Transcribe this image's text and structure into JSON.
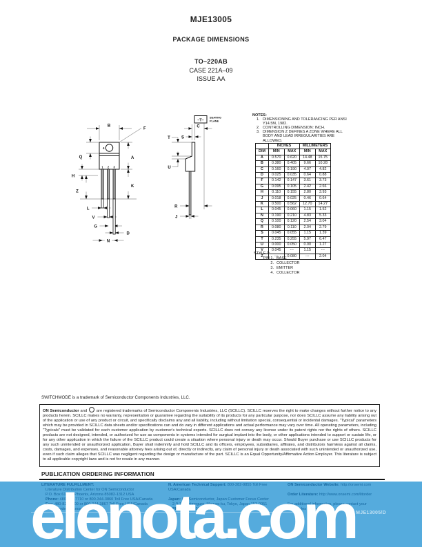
{
  "header": {
    "part_number": "MJE13005",
    "section_title": "PACKAGE DIMENSIONS",
    "package": "TO–220AB",
    "case": "CASE 221A–09",
    "issue": "ISSUE AA"
  },
  "drawing": {
    "labels": {
      "A": "A",
      "B": "B",
      "C": "C",
      "D": "D",
      "F": "F",
      "G": "G",
      "H": "H",
      "J": "J",
      "K": "K",
      "L": "L",
      "N": "N",
      "Q": "Q",
      "R": "R",
      "S": "S",
      "T": "T",
      "U": "U",
      "V": "V",
      "Z": "Z"
    },
    "pins": {
      "p1": "1",
      "p2": "2",
      "p3": "3",
      "p4": "4"
    },
    "seating_ref": "–T–",
    "seating_line1": "SEATING",
    "seating_line2": "PLANE"
  },
  "notes": {
    "heading": "NOTES:",
    "items": [
      "DIMENSIONING AND TOLERANCING PER ANSI Y14.5M, 1982.",
      "CONTROLLING DIMENSION: INCH.",
      "DIMENSION Z DEFINES A ZONE WHERE ALL BODY AND LEAD IRREGULARITIES ARE ALLOWED."
    ]
  },
  "dim_table": {
    "group_headers": [
      "INCHES",
      "MILLIMETERS"
    ],
    "col_headers": [
      "DIM",
      "MIN",
      "MAX",
      "MIN",
      "MAX"
    ],
    "rows": [
      [
        "A",
        "0.570",
        "0.620",
        "14.48",
        "15.75"
      ],
      [
        "B",
        "0.380",
        "0.405",
        "9.66",
        "10.28"
      ],
      [
        "C",
        "0.160",
        "0.190",
        "4.07",
        "4.82"
      ],
      [
        "D",
        "0.025",
        "0.035",
        "0.64",
        "0.88"
      ],
      [
        "F",
        "0.142",
        "0.147",
        "3.61",
        "3.73"
      ],
      [
        "G",
        "0.095",
        "0.105",
        "2.42",
        "2.66"
      ],
      [
        "H",
        "0.110",
        "0.155",
        "2.80",
        "3.93"
      ],
      [
        "J",
        "0.018",
        "0.025",
        "0.46",
        "0.64"
      ],
      [
        "K",
        "0.500",
        "0.562",
        "12.70",
        "14.27"
      ],
      [
        "L",
        "0.045",
        "0.060",
        "1.15",
        "1.52"
      ],
      [
        "N",
        "0.190",
        "0.210",
        "4.83",
        "5.33"
      ],
      [
        "Q",
        "0.100",
        "0.120",
        "2.54",
        "3.04"
      ],
      [
        "R",
        "0.080",
        "0.110",
        "2.04",
        "2.79"
      ],
      [
        "S",
        "0.045",
        "0.055",
        "1.15",
        "1.39"
      ],
      [
        "T",
        "0.235",
        "0.255",
        "5.97",
        "6.47"
      ],
      [
        "U",
        "0.000",
        "0.050",
        "0.00",
        "1.27"
      ],
      [
        "V",
        "0.045",
        "---",
        "1.15",
        "---"
      ],
      [
        "Z",
        "---",
        "0.080",
        "---",
        "2.04"
      ]
    ]
  },
  "style": {
    "heading": "STYLE 1:",
    "pins": [
      {
        "num": "PIN 1.",
        "name": "BASE"
      },
      {
        "num": "2.",
        "name": "COLLECTOR"
      },
      {
        "num": "3.",
        "name": "EMITTER"
      },
      {
        "num": "4.",
        "name": "COLLECTOR"
      }
    ]
  },
  "trademark_note": "SWITCHMODE is a trademark of Semiconductor Components Industries, LLC.",
  "disclaimer": {
    "lead": "ON Semiconductor",
    "conj": " and ",
    "text": " are registered trademarks of Semiconductor Components Industries, LLC (SCILLC).  SCILLC reserves the right to make changes without further notice to any products herein.  SCILLC makes no warranty, representation or guarantee regarding the suitability of its products for any particular purpose, nor does SCILLC assume any liability arising out of the application or use of any product or circuit, and specifically disclaims any and all liability, including without limitation special, consequential or incidental damages.  \"Typical\" parameters which may be provided in SCILLC data sheets and/or specifications can and do vary in different applications and actual performance may vary over time.  All operating parameters, including \"Typicals\" must be validated for each customer application by customer's technical experts.  SCILLC does not convey any license under its patent rights nor the rights of others.  SCILLC products are not designed, intended, or authorized for use as components in systems intended for surgical implant into the body, or other applications intended to support or sustain life, or for any other application in which the failure of the SCILLC product could create a situation where personal injury or death may occur.  Should Buyer purchase or use SCILLC products for any such unintended or unauthorized application, Buyer shall indemnify and hold SCILLC and its officers, employees, subsidiaries, affiliates, and distributors harmless against all claims, costs, damages, and expenses, and reasonable attorney fees arising out of, directly or indirectly, any claim of personal injury or death associated with such unintended or unauthorized use, even if such claim alleges that SCILLC was negligent regarding the design or manufacture of the part.  SCILLC is an Equal Opportunity/Affirmative Action Employer.  This literature is subject to all applicable copyright laws and is not for resale in any manner."
  },
  "footer": {
    "heading": "PUBLICATION ORDERING INFORMATION",
    "doc_number": "MJE13005/D",
    "columns": [
      {
        "lines": [
          {
            "b": "LITERATURE FULFILLMENT:",
            "t": "",
            "indent": 0
          },
          {
            "b": "",
            "t": "Literature Distribution Center for ON Semiconductor",
            "indent": 1
          },
          {
            "b": "",
            "t": "P.O. Box 61312, Phoenix, Arizona 85082-1312 USA",
            "indent": 1
          },
          {
            "b": "Phone:",
            "t": " 480-829-7710 or 800-344-3860 Toll Free USA/Canada",
            "indent": 1
          },
          {
            "b": "Fax:",
            "t": " 480-829-7709 or 800-344-3867 Toll Free USA/Canada",
            "indent": 1
          },
          {
            "b": "Email:",
            "t": " orderlit@onsemi.com",
            "indent": 1
          }
        ]
      },
      {
        "lines": [
          {
            "b": "N. American Technical Support:",
            "t": " 800-282-9855 Toll Free",
            "indent": 0
          },
          {
            "b": "",
            "t": "USA/Canada",
            "indent": 0
          },
          {
            "b": "",
            "t": "",
            "indent": 0
          },
          {
            "b": "Japan:",
            "t": " ON Semiconductor, Japan Customer Focus Center",
            "indent": 0
          },
          {
            "b": "",
            "t": "2-9-1 Kamimeguro, Meguro-ku, Tokyo, Japan 153-0051",
            "indent": 1
          },
          {
            "b": "Phone:",
            "t": " 81-3-5773-3850",
            "indent": 1
          }
        ]
      },
      {
        "lines": [
          {
            "b": "ON Semiconductor Website:",
            "t": " http://onsemi.com",
            "indent": 0
          },
          {
            "b": "",
            "t": "",
            "indent": 0
          },
          {
            "b": "Order Literature:",
            "t": " http://www.onsemi.com/litorder",
            "indent": 0
          },
          {
            "b": "",
            "t": "",
            "indent": 0
          },
          {
            "b": "",
            "t": "For additional information, please contact your",
            "indent": 0
          },
          {
            "b": "",
            "t": "local Sales Representative.",
            "indent": 0
          }
        ]
      }
    ]
  },
  "watermark": {
    "text": "elenota.com",
    "band_color": "#55abdd",
    "text_color": "#ffffff"
  }
}
